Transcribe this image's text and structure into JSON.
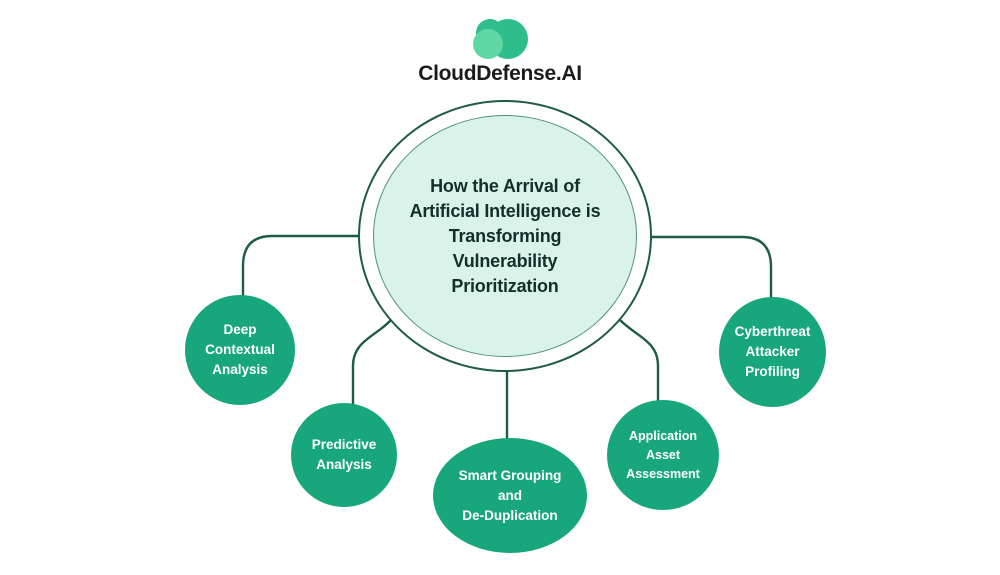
{
  "logo": {
    "text": "CloudDefense.AI",
    "icon": "cloud-icon",
    "cloud_main_color": "#2ebe8b",
    "cloud_light_color": "#5fd8a6"
  },
  "center": {
    "title": "How the Arrival of Artificial Intelligence is Transforming Vulnerability Prioritization",
    "lines": [
      "How the Arrival of",
      "Artificial Intelligence is",
      "Transforming",
      "Vulnerability",
      "Prioritization"
    ]
  },
  "nodes": [
    {
      "label": "Deep Contextual Analysis",
      "lines": [
        "Deep",
        "Contextual",
        "Analysis"
      ]
    },
    {
      "label": "Predictive Analysis",
      "lines": [
        "Predictive",
        "Analysis"
      ]
    },
    {
      "label": "Smart Grouping and De-Duplication",
      "lines": [
        "Smart Grouping",
        "and",
        "De-Duplication"
      ]
    },
    {
      "label": "Application Asset Assessment",
      "lines": [
        "Application",
        "Asset",
        "Assessment"
      ]
    },
    {
      "label": "Cyberthreat Attacker Profiling",
      "lines": [
        "Cyberthreat",
        "Attacker",
        "Profiling"
      ]
    }
  ],
  "colors": {
    "node_green": "#18a77c",
    "connector": "#1e5b49",
    "center_fill": "#d9f2ea",
    "center_ring": "#1e5b49",
    "center_text": "#11302a",
    "node_text": "#ffffff",
    "logo_text": "#1b1b1b",
    "background": "#ffffff"
  }
}
